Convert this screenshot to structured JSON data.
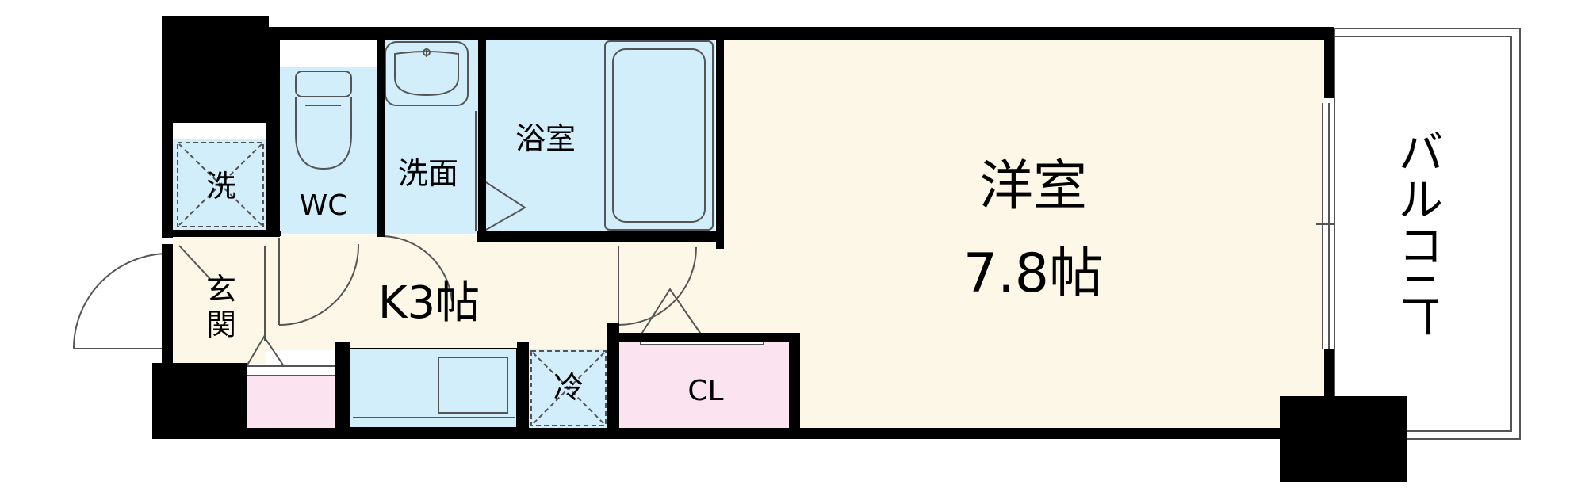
{
  "rooms": {
    "western_room": {
      "name": "洋室",
      "size": "7.8帖"
    },
    "kitchen": {
      "label": "K3帖"
    },
    "bathroom": {
      "label": "浴室"
    },
    "washroom": {
      "label": "洗面"
    },
    "toilet": {
      "label": "WC"
    },
    "laundry": {
      "label": "洗"
    },
    "entrance": {
      "chars": [
        "玄",
        "関"
      ]
    },
    "fridge": {
      "label": "冷"
    },
    "closet": {
      "label": "CL"
    },
    "balcony": {
      "chars": [
        "バ",
        "ル",
        "コ",
        "ニ",
        "ー"
      ]
    }
  },
  "colors": {
    "western_room_fill": "#fcf7e6",
    "wet_area_fill": "#d3eefb",
    "storage_fill": "#fbe4ef",
    "wall": "#000000",
    "balcony_fill": "#ffffff"
  }
}
